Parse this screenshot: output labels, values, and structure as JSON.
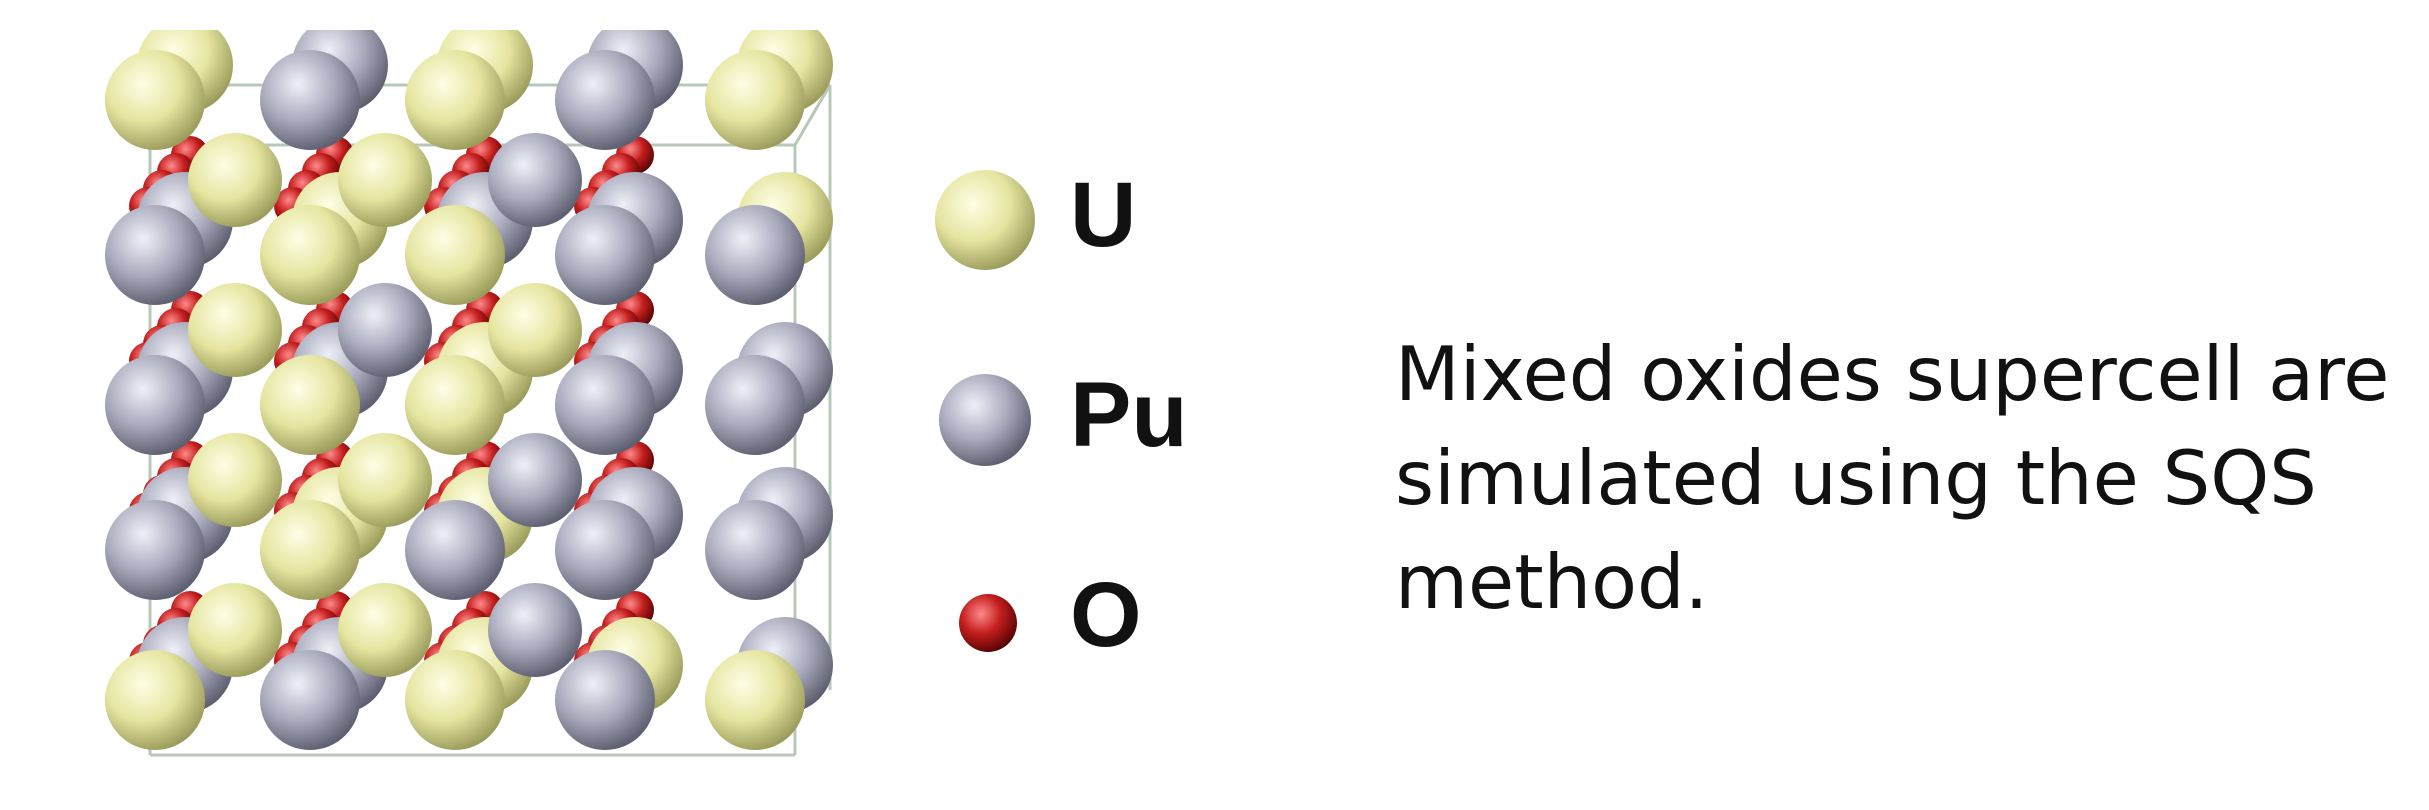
{
  "legend": {
    "items": [
      {
        "label": "U",
        "element": "uranium",
        "color": "#e8e8a2"
      },
      {
        "label": "Pu",
        "element": "plutonium",
        "color": "#a8aabb"
      },
      {
        "label": "O",
        "element": "oxygen",
        "color": "#b01a1a"
      }
    ]
  },
  "caption": {
    "lines": [
      "Mixed oxides supercell are",
      "simulated using the SQS",
      "method."
    ]
  }
}
